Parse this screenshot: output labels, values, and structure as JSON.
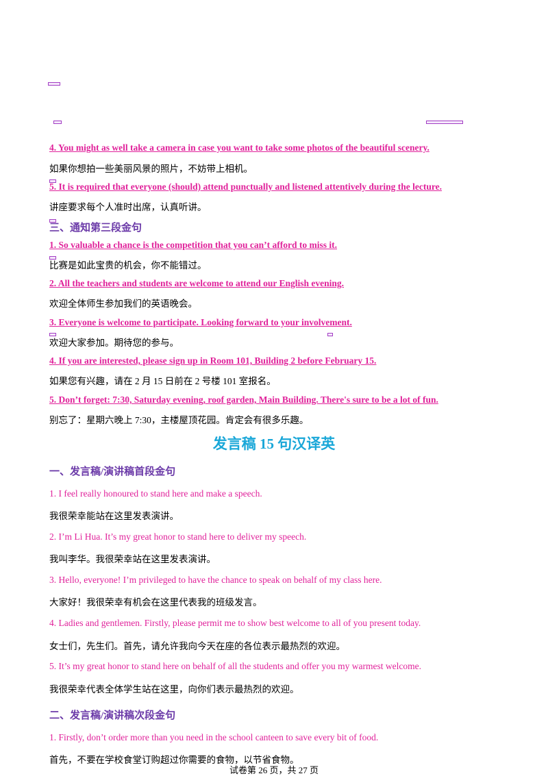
{
  "notice_items": [
    {
      "en": "4. You might as well take a camera in case you want to take some photos of the beautiful scenery.",
      "zh": "如果你想拍一些美丽风景的照片，不妨带上相机。"
    },
    {
      "en": "5. It is required that everyone (should) attend punctually and listened attentively during the lecture.",
      "zh": "讲座要求每个人准时出席，认真听讲。"
    }
  ],
  "section3": {
    "heading": "三、通知第三段金句",
    "items": [
      {
        "en": "1. So valuable a chance is the competition that you can’t afford to miss it.",
        "zh": "比赛是如此宝贵的机会，你不能错过。"
      },
      {
        "en": "2. All the teachers and students are welcome to attend our English evening.",
        "zh": "欢迎全体师生参加我们的英语晚会。"
      },
      {
        "en": "3. Everyone is welcome to participate. Looking forward to your involvement.",
        "zh": "欢迎大家参加。期待您的参与。"
      },
      {
        "en": "4. If you are interested, please sign up in Room 101, Building 2 before February 15.",
        "zh": "如果您有兴趣，请在 2 月 15 日前在 2 号楼 101 室报名。"
      },
      {
        "en": "5. Don’t forget: 7:30, Saturday evening, roof garden, Main Building. There's sure to be a lot of fun.",
        "zh": "别忘了：星期六晚上 7:30，主楼屋顶花园。肯定会有很多乐趣。"
      }
    ]
  },
  "speech": {
    "title": "发言稿 15 句汉译英",
    "part1": {
      "heading": "一、发言稿/演讲稿首段金句",
      "items": [
        {
          "en": "1. I feel really honoured to stand here and make a speech.",
          "zh": "我很荣幸能站在这里发表演讲。"
        },
        {
          "en": "2. I’m Li Hua. It’s my great honor to stand here to deliver my speech.",
          "zh": "我叫李华。我很荣幸站在这里发表演讲。"
        },
        {
          "en": "3. Hello, everyone! I’m privileged to have the chance to speak on behalf of my class here.",
          "zh": "大家好！我很荣幸有机会在这里代表我的班级发言。"
        },
        {
          "en": "4. Ladies and gentlemen. Firstly, please permit me to show best welcome to all of you present today.",
          "zh": "女士们，先生们。首先，请允许我向今天在座的各位表示最热烈的欢迎。"
        },
        {
          "en": "5. It’s my great honor to stand here on behalf of all the students and offer you my warmest welcome.",
          "zh": "我很荣幸代表全体学生站在这里，向你们表示最热烈的欢迎。"
        }
      ]
    },
    "part2": {
      "heading": "二、发言稿/演讲稿次段金句",
      "items": [
        {
          "en": "1. Firstly, don’t order more than you need in the school canteen to save every bit of food.",
          "zh": "首先，不要在学校食堂订购超过你需要的食物，以节省食物。"
        }
      ]
    }
  },
  "footer": "试卷第 26 页，共 27 页",
  "colors": {
    "english": "#e0219a",
    "heading": "#6b3aa8",
    "title": "#1aa7d8",
    "markup": "#a23cc4"
  }
}
